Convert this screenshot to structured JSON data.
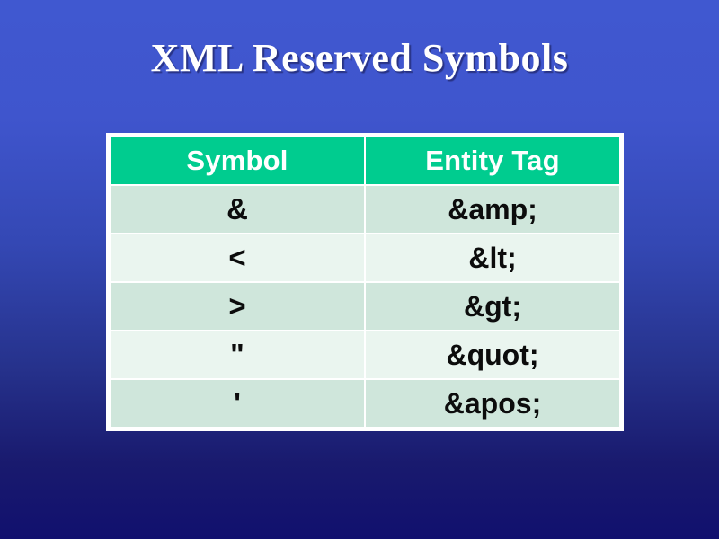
{
  "slide": {
    "title": "XML Reserved Symbols",
    "background": {
      "top_color": "#4058d0",
      "bottom_color": "#11106e"
    }
  },
  "table": {
    "header_background": "#00cc8f",
    "header_text_color": "#ffffff",
    "row_odd_background": "#cfe6db",
    "row_even_background": "#eaf5ef",
    "border_color": "#ffffff",
    "columns": [
      {
        "key": "symbol",
        "label": "Symbol"
      },
      {
        "key": "entity",
        "label": "Entity Tag"
      }
    ],
    "rows": [
      {
        "symbol": "&",
        "entity": "&amp;"
      },
      {
        "symbol": "<",
        "entity": "&lt;"
      },
      {
        "symbol": ">",
        "entity": "&gt;"
      },
      {
        "symbol": "\"",
        "entity": "&quot;"
      },
      {
        "symbol": "'",
        "entity": "&apos;"
      }
    ]
  }
}
